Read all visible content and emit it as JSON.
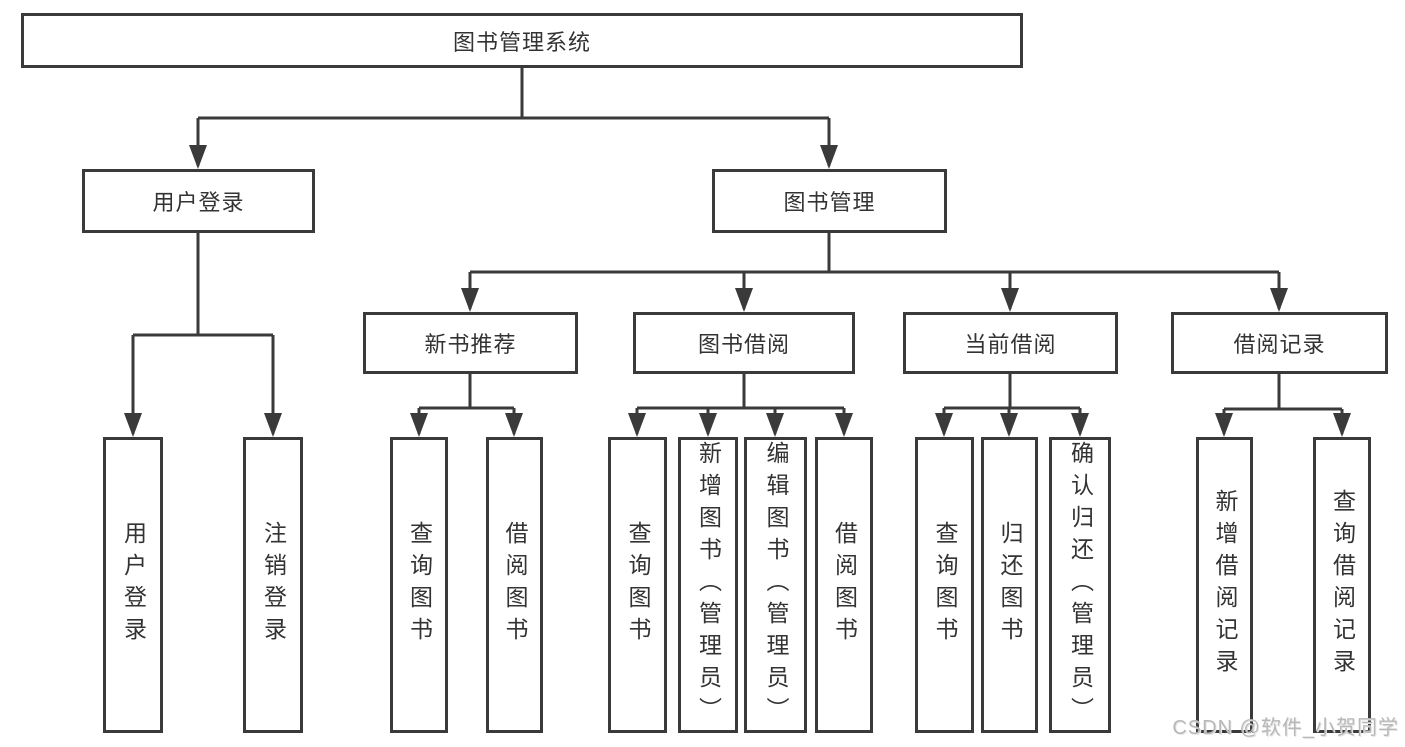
{
  "colors": {
    "background": "#ffffff",
    "box_border": "#3a3a3a",
    "connector_line": "#3a3a3a",
    "text": "#333333",
    "watermark_text": "#b8b8b8"
  },
  "watermark": "CSDN @软件_小贺同学",
  "tree": {
    "root": "图书管理系统",
    "branches": [
      {
        "label": "用户登录",
        "children": [
          "用户登录",
          "注销登录"
        ]
      },
      {
        "label": "图书管理",
        "sections": [
          {
            "label": "新书推荐",
            "children": [
              "查询图书",
              "借阅图书"
            ]
          },
          {
            "label": "图书借阅",
            "children": [
              "查询图书",
              "新增图书（管理员）",
              "编辑图书（管理员）",
              "借阅图书"
            ]
          },
          {
            "label": "当前借阅",
            "children": [
              "查询图书",
              "归还图书",
              "确认归还（管理员）"
            ]
          },
          {
            "label": "借阅记录",
            "children": [
              "新增借阅记录",
              "查询借阅记录"
            ]
          }
        ]
      }
    ]
  }
}
